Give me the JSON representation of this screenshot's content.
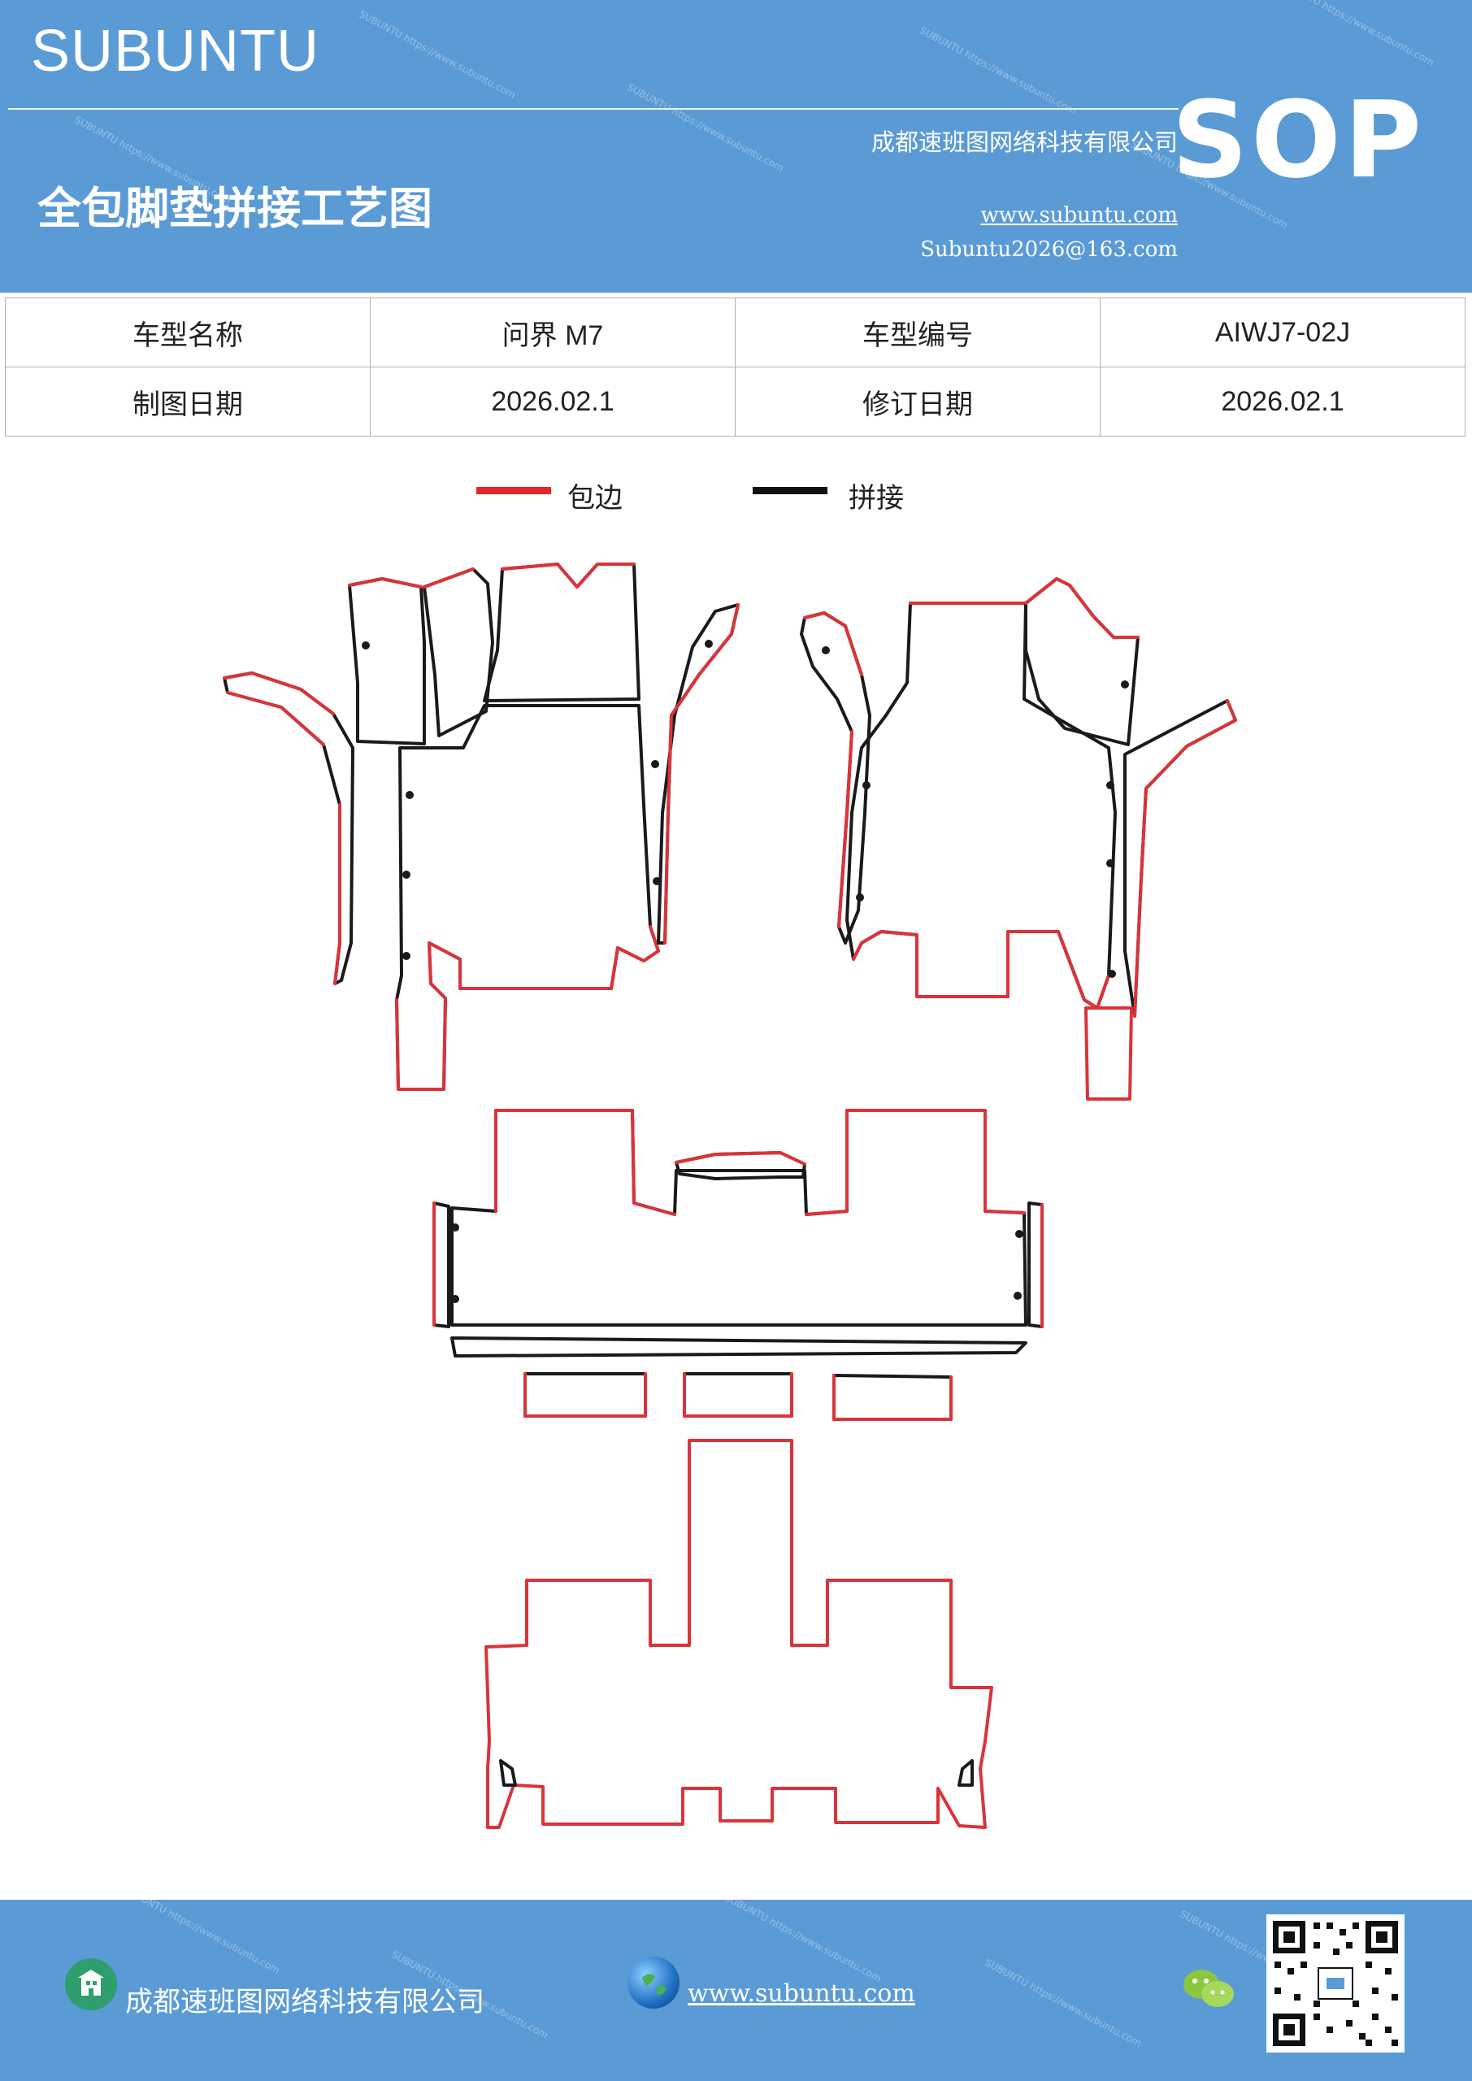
{
  "header": {
    "brand": "SUBUNTU",
    "company": "成都速班图网络科技有限公司",
    "title": "全包脚垫拼接工艺图",
    "website": "www.subuntu.com",
    "email": "Subuntu2026@163.com",
    "sop": "SOP"
  },
  "info_table": {
    "rows": [
      [
        "车型名称",
        "问界 M7",
        "车型编号",
        "AIWJ7-02J"
      ],
      [
        "制图日期",
        "2026.02.1",
        "修订日期",
        "2026.02.1"
      ]
    ]
  },
  "legend": {
    "items": [
      {
        "label": "包边",
        "color": "#e8262a"
      },
      {
        "label": "拼接",
        "color": "#111111"
      }
    ]
  },
  "colors": {
    "header_bg": "#5b9bd5",
    "edge_red": "#d9343a",
    "seam_black": "#1a1a1a"
  },
  "icons": [
    "building-icon",
    "globe-icon",
    "wechat-icon",
    "qr-code"
  ],
  "footer": {
    "company": "成都速班图网络科技有限公司",
    "website": "www.subuntu.com"
  }
}
